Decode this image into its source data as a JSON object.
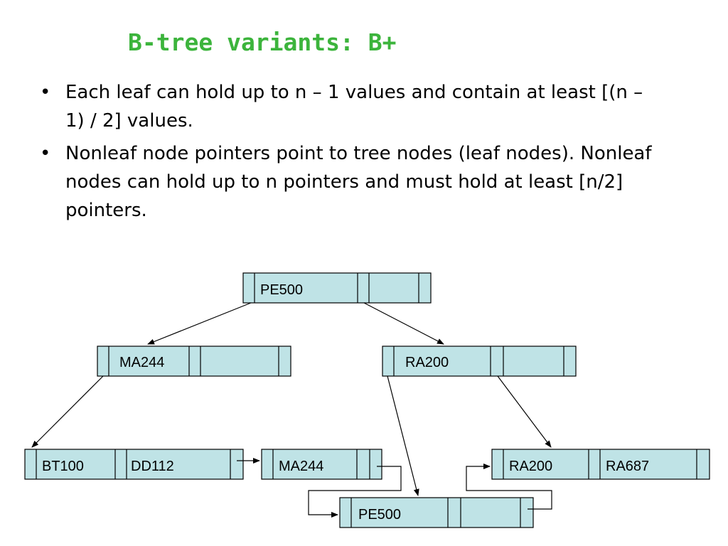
{
  "slide": {
    "title": "B-tree variants: B+",
    "bullets": [
      "Each leaf can hold up to n – 1 values and contain at least [(n – 1) / 2] values.",
      "Nonleaf node pointers point to tree nodes (leaf nodes).  Nonleaf nodes can hold up to n pointers and must hold at least [n/2] pointers."
    ],
    "bullet_symbol": "•"
  },
  "tree": {
    "root": {
      "keys": [
        "PE500"
      ]
    },
    "internal_left": {
      "keys": [
        "MA244"
      ]
    },
    "internal_right": {
      "keys": [
        "RA200"
      ]
    },
    "leaf_1": {
      "keys": [
        "BT100",
        "DD112"
      ]
    },
    "leaf_2": {
      "keys": [
        "MA244"
      ]
    },
    "leaf_3": {
      "keys": [
        "PE500"
      ]
    },
    "leaf_4": {
      "keys": [
        "RA200",
        "RA687"
      ]
    }
  },
  "colors": {
    "title": "#3cb43c",
    "node_fill": "#bfe3e6"
  }
}
